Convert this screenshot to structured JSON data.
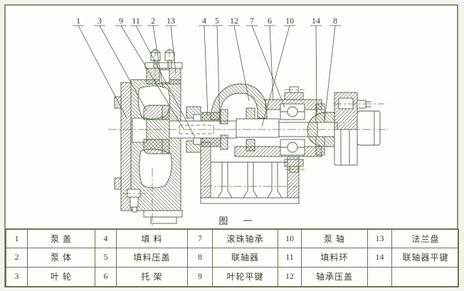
{
  "figure": {
    "caption": "图 一",
    "type_note": "centrifugal pump sectional drawing"
  },
  "colors": {
    "line": "#51604a",
    "paper": "#fdfdf9",
    "frame_border": "#8b927c",
    "table_border": "#6b7458",
    "text": "#39422f"
  },
  "callout_labels": [
    "1",
    "3",
    "9",
    "11",
    "2",
    "13",
    "4",
    "5",
    "12",
    "7",
    "6",
    "10",
    "14",
    "8"
  ],
  "parts_table": {
    "rows": [
      [
        {
          "num": "1",
          "name": "泵 盖"
        },
        {
          "num": "4",
          "name": "填 料"
        },
        {
          "num": "7",
          "name": "滚珠轴承"
        },
        {
          "num": "10",
          "name": "泵 轴"
        },
        {
          "num": "13",
          "name": "法兰盘"
        }
      ],
      [
        {
          "num": "2",
          "name": "泵 体"
        },
        {
          "num": "5",
          "name": "填料压盖"
        },
        {
          "num": "8",
          "name": "联轴器"
        },
        {
          "num": "11",
          "name": "填料环"
        },
        {
          "num": "14",
          "name": "联轴器平键"
        }
      ],
      [
        {
          "num": "3",
          "name": "叶 轮"
        },
        {
          "num": "6",
          "name": "托 架"
        },
        {
          "num": "9",
          "name": "叶轮平键"
        },
        {
          "num": "12",
          "name": "轴承压盖"
        },
        {
          "num": "",
          "name": ""
        }
      ]
    ]
  }
}
